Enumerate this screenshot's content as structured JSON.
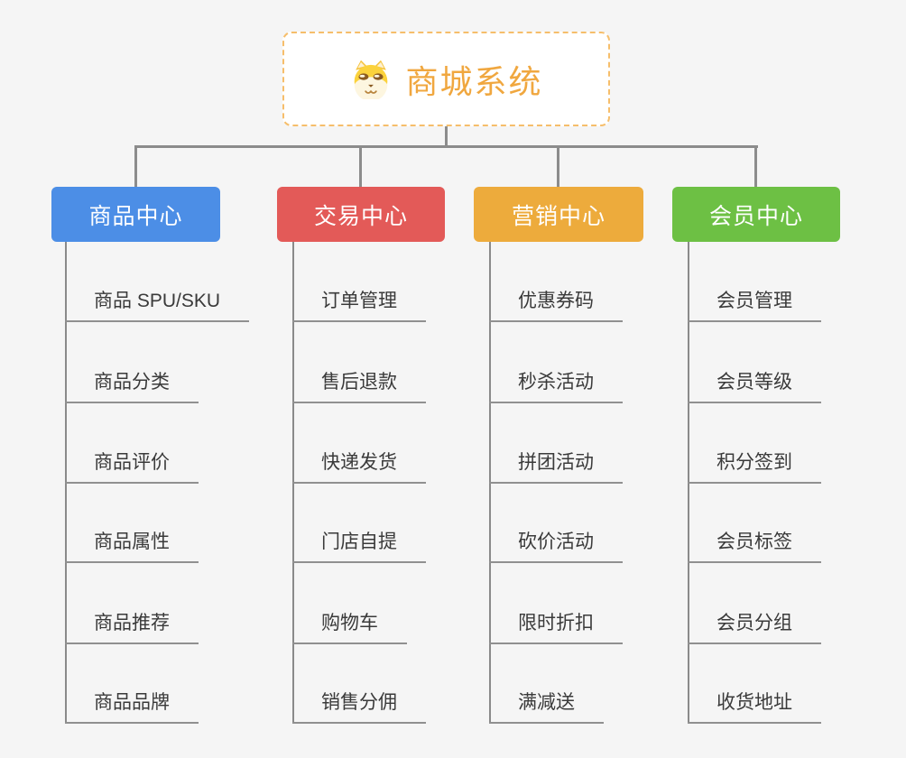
{
  "page": {
    "background_color": "#f5f5f5",
    "connector_color": "#8c8c8c"
  },
  "root": {
    "title": "商城系统",
    "icon": "doge-icon",
    "text_color": "#f0a73f",
    "border_color": "#f6be6b"
  },
  "branches": [
    {
      "label": "商品中心",
      "color": "#4c8ee6",
      "items": [
        "商品 SPU/SKU",
        "商品分类",
        "商品评价",
        "商品属性",
        "商品推荐",
        "商品品牌"
      ]
    },
    {
      "label": "交易中心",
      "color": "#e35a58",
      "items": [
        "订单管理",
        "售后退款",
        "快递发货",
        "门店自提",
        "购物车",
        "销售分佣"
      ]
    },
    {
      "label": "营销中心",
      "color": "#edab3c",
      "items": [
        "优惠券码",
        "秒杀活动",
        "拼团活动",
        "砍价活动",
        "限时折扣",
        "满减送"
      ]
    },
    {
      "label": "会员中心",
      "color": "#6dc044",
      "items": [
        "会员管理",
        "会员等级",
        "积分签到",
        "会员标签",
        "会员分组",
        "收货地址"
      ]
    }
  ]
}
